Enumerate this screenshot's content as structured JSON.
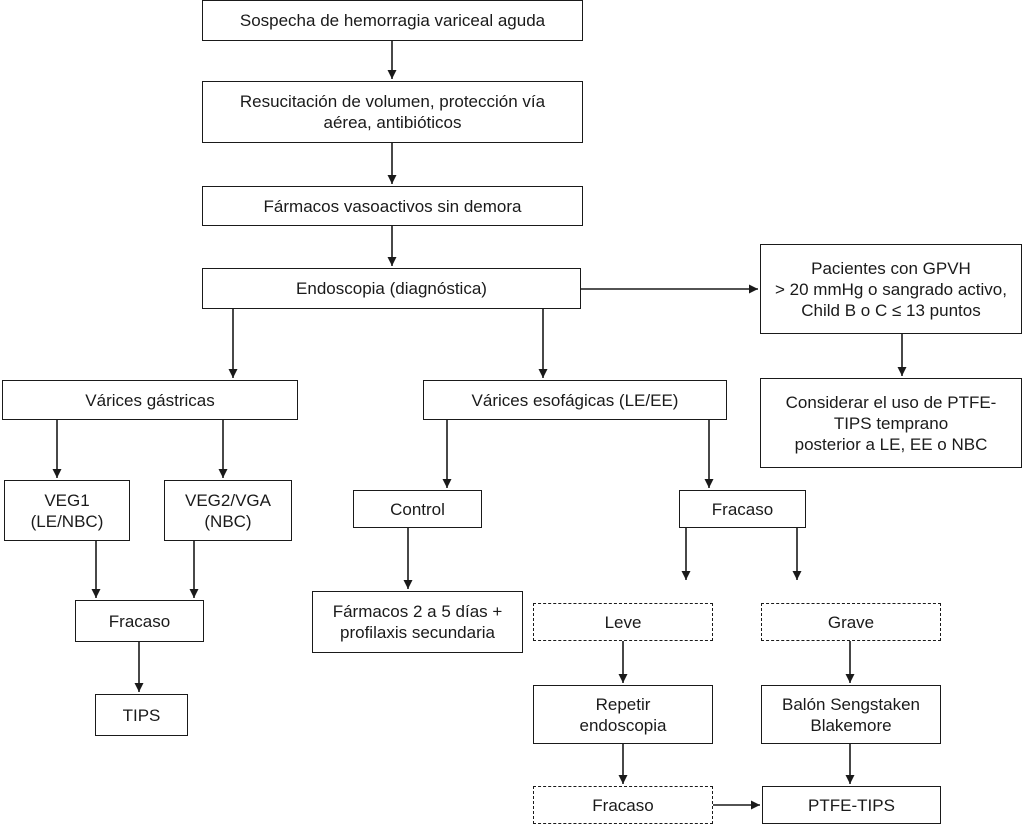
{
  "nodes": {
    "suspicion": "Sospecha de hemorragia variceal aguda",
    "resuscitation": "Resucitación de volumen, protección vía\naérea, antibióticos",
    "vasoactive": "Fármacos vasoactivos sin demora",
    "endoscopy": "Endoscopia (diagnóstica)",
    "hvpg_patients": "Pacientes con GPVH\n> 20 mmHg o sangrado activo,\nChild B o C ≤ 13 puntos",
    "consider_tips": "Considerar el uso de PTFE-\nTIPS temprano\nposterior a LE, EE o NBC",
    "gastric_varices": "Várices gástricas",
    "esophageal_varices": "Várices esofágicas (LE/EE)",
    "veg1": "VEG1\n(LE/NBC)",
    "veg2": "VEG2/VGA\n(NBC)",
    "gastric_failure": "Fracaso",
    "tips": "TIPS",
    "control": "Control",
    "control_treatment": "Fármacos 2 a 5 días +\nprofilaxis secundaria",
    "esophageal_failure": "Fracaso",
    "mild": "Leve",
    "severe": "Grave",
    "repeat_endoscopy": "Repetir\nendoscopia",
    "balloon": "Balón Sengstaken\nBlakemore",
    "repeat_failure": "Fracaso",
    "ptfe_tips": "PTFE-TIPS"
  }
}
